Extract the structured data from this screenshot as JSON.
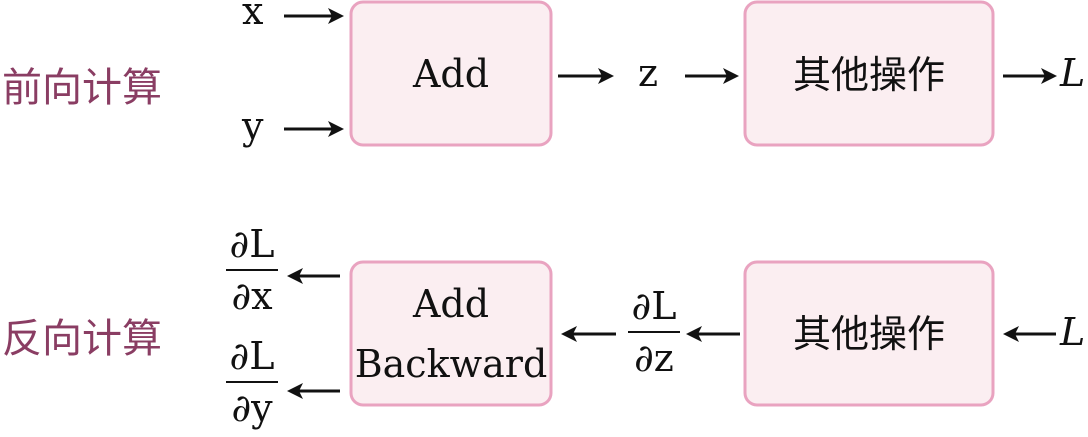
{
  "forward": {
    "label": "前向计算",
    "inputs": {
      "x": "x",
      "y": "y"
    },
    "op_box": "Add",
    "mid": "z",
    "other_box": "其他操作",
    "output": "L"
  },
  "backward": {
    "label": "反向计算",
    "op_box_line1": "Add",
    "op_box_line2": "Backward",
    "other_box": "其他操作",
    "input": "L",
    "grad_x": {
      "num": "∂L",
      "den": "∂x"
    },
    "grad_y": {
      "num": "∂L",
      "den": "∂y"
    },
    "grad_z": {
      "num": "∂L",
      "den": "∂z"
    }
  },
  "colors": {
    "label": "#8a3d63",
    "box_fill": "#fbeef1",
    "box_stroke": "#e9a3c0",
    "ink": "#111111"
  }
}
